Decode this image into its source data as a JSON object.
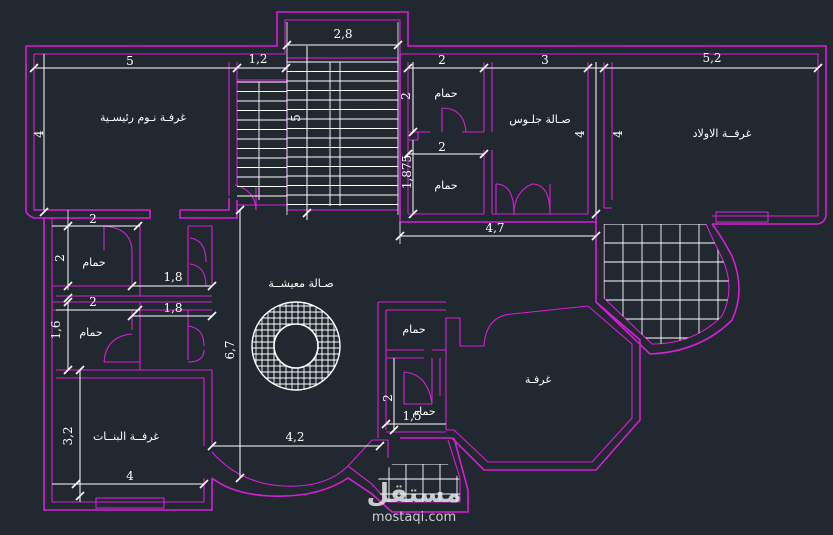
{
  "rooms": {
    "master_bedroom": "غرفـة نـوم رئيسـية",
    "sitting_hall": "صـالة جلـوس",
    "boys_room": "غرفــة الاولاد",
    "bath_top_1": "حمام",
    "bath_top_2": "حمام",
    "bath_left_1": "حمام",
    "bath_left_2": "حمام",
    "living_hall": "صـالة معيشــة",
    "bath_center": "حمام",
    "bath_center_2": "حمام",
    "room": "غرفـة",
    "girls_room": "غرفــة البنــات"
  },
  "dimensions": {
    "d_5_top": "5",
    "d_1_2": "1,2",
    "d_2_8": "2,8",
    "d_2_top": "2",
    "d_3": "3",
    "d_5_2": "5,2",
    "d_4_left": "4",
    "d_5_stair": "5",
    "d_2_vert": "2",
    "d_2_mid": "2",
    "d_1_875": "1,875",
    "d_4_sitting": "4",
    "d_4_boys": "4",
    "d_4_7": "4,7",
    "d_2_bath": "2",
    "d_2_bath_v": "2",
    "d_1_8_a": "1,8",
    "d_2_bath2": "2",
    "d_1_8_b": "1,8",
    "d_1_6": "1,6",
    "d_6_7": "6,7",
    "d_3_2": "3,2",
    "d_4_girls": "4",
    "d_4_2": "4,2",
    "d_2_center": "2",
    "d_1_5": "1,5"
  },
  "watermark": {
    "brand": "مستقل",
    "url": "mostaqi.com"
  },
  "colors": {
    "background": "#212830",
    "walls": "#d81ed8",
    "annotations": "#ffffff"
  }
}
